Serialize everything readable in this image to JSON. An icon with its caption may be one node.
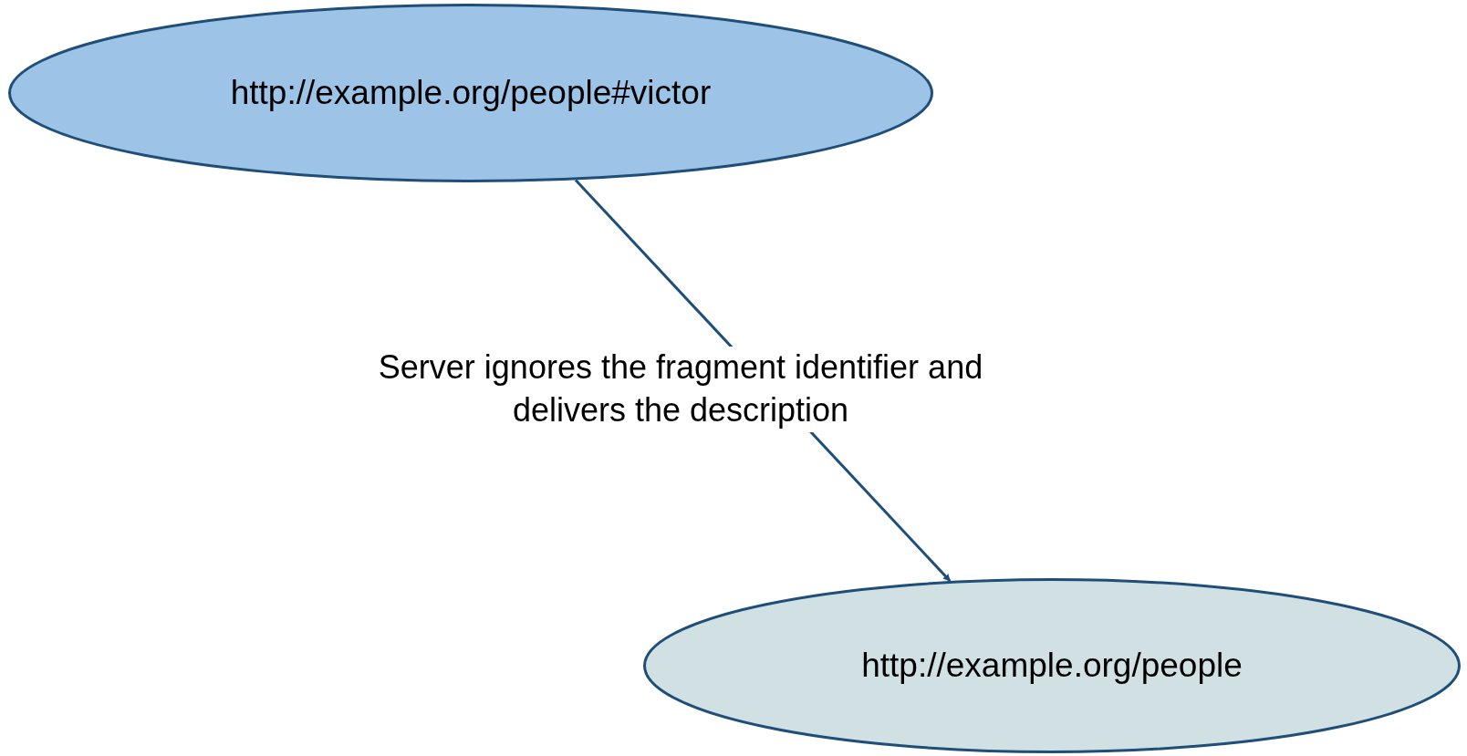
{
  "diagram": {
    "nodes": [
      {
        "text": [
          "http://example.org/people#victor"
        ]
      },
      {
        "text": [
          "http://example.org/people"
        ]
      }
    ],
    "edges": [
      {
        "from": 0,
        "to": 1,
        "arrow": "to",
        "label": "Server ignores the fragment identifier and delivers the description"
      }
    ]
  }
}
